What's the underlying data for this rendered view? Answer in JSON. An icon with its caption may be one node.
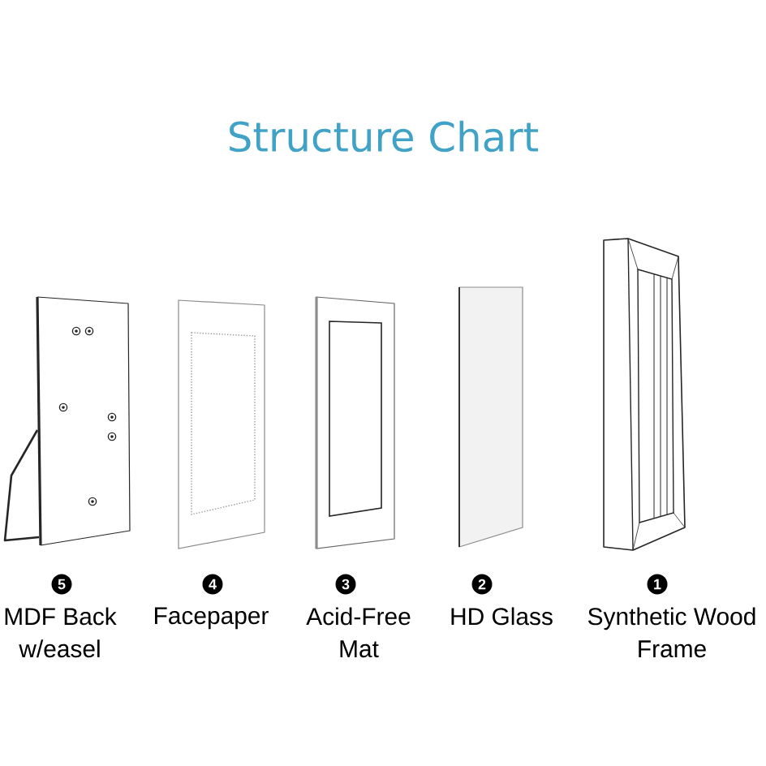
{
  "diagram": {
    "title": "Structure Chart",
    "labels": [
      "5",
      "4",
      "3",
      "2",
      "1",
      "MDF Back w/easel",
      "Facepaper",
      "Acid-Free Mat",
      "HD Glass",
      "Synthetic Wood Frame"
    ]
  }
}
